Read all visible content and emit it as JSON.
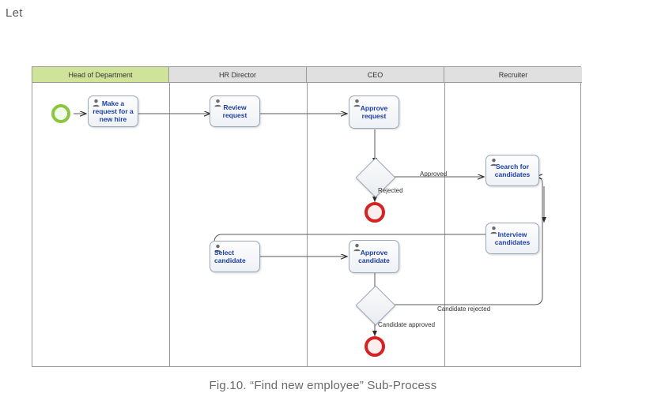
{
  "top_text": "Let",
  "caption": "Fig.10. “Find new employee” Sub-Process",
  "colors": {
    "lane_green": "#cfe499",
    "lane_gray": "#e0e0e0",
    "start_event": "#8cc63e",
    "end_event": "#d62222",
    "task_label": "#1a3fa0",
    "border": "#9a9a9a"
  },
  "diagram": {
    "type": "bpmn-sub-process",
    "lanes": [
      {
        "label": "Head of Department",
        "highlight": true
      },
      {
        "label": "HR Director",
        "highlight": false
      },
      {
        "label": "CEO",
        "highlight": false
      },
      {
        "label": "Recruiter",
        "highlight": false
      }
    ],
    "events": [
      {
        "name": "start-event",
        "kind": "start",
        "lane": "Head of Department"
      },
      {
        "name": "end-event-rejected",
        "kind": "end",
        "lane": "CEO"
      },
      {
        "name": "end-event-approved",
        "kind": "end",
        "lane": "CEO"
      }
    ],
    "tasks": [
      {
        "id": "make-request",
        "label": "Make a request for a new hire",
        "lane": "Head of Department",
        "type": "user"
      },
      {
        "id": "review-request",
        "label": "Review request",
        "lane": "HR Director",
        "type": "user"
      },
      {
        "id": "approve-request",
        "label": "Approve request",
        "lane": "CEO",
        "type": "user"
      },
      {
        "id": "search-candidates",
        "label": "Search for candidates",
        "lane": "Recruiter",
        "type": "user"
      },
      {
        "id": "interview-candidates",
        "label": "Interview candidates",
        "lane": "Recruiter",
        "type": "user"
      },
      {
        "id": "select-candidate",
        "label": "Select candidate",
        "lane": "HR Director",
        "type": "user"
      },
      {
        "id": "approve-candidate",
        "label": "Approve candidate",
        "lane": "CEO",
        "type": "user"
      }
    ],
    "gateways": [
      {
        "id": "gw-approval",
        "lane": "CEO",
        "type": "exclusive"
      },
      {
        "id": "gw-candidate",
        "lane": "CEO",
        "type": "exclusive"
      }
    ],
    "flow_labels": [
      {
        "id": "flow-approved",
        "text": "Approved"
      },
      {
        "id": "flow-rejected",
        "text": "Rejected"
      },
      {
        "id": "flow-candidate-rejected",
        "text": "Candidate rejected"
      },
      {
        "id": "flow-candidate-approved",
        "text": "Candidate approved"
      }
    ]
  }
}
